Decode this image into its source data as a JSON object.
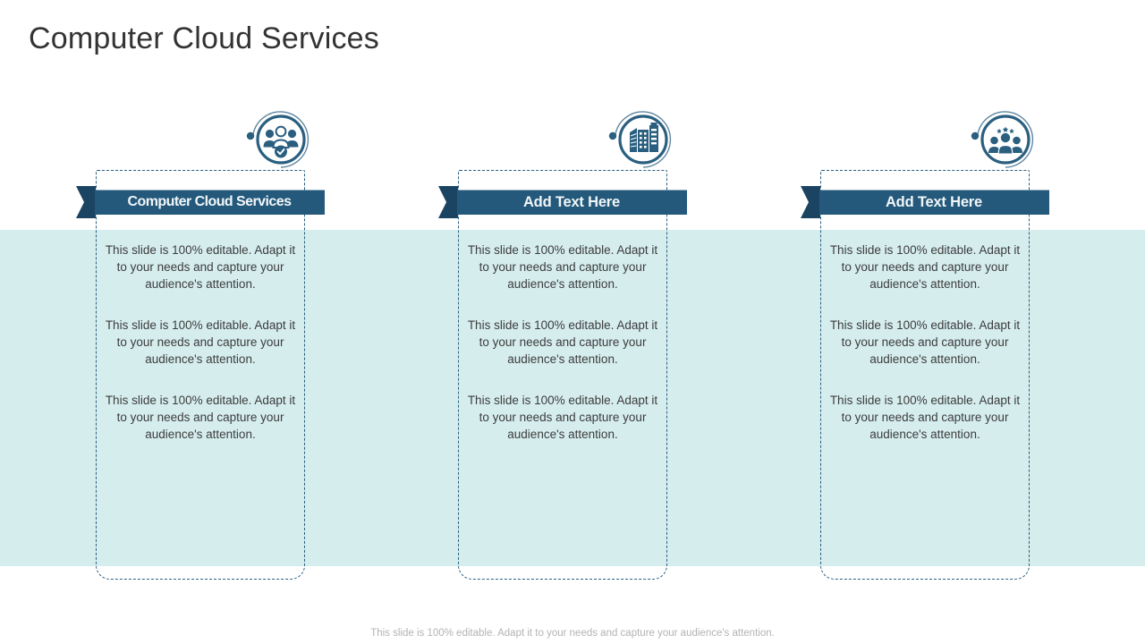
{
  "slide": {
    "title": "Computer Cloud Services",
    "footer_note": "This slide is 100% editable. Adapt it to your needs and capture your audience's attention.",
    "colors": {
      "ribbon_fill": "#24597b",
      "ribbon_fold": "#1b4463",
      "band_teal": "#d6edee",
      "icon_stroke": "#2a5f80",
      "title_text": "#333333",
      "body_text": "#3c3c3c",
      "footer_text": "#b3b3b3",
      "ribbon_text": "#f1f6f8"
    },
    "body_text": "This slide is 100% editable. Adapt it to your needs and capture your audience's attention.",
    "columns": [
      {
        "icon": "team-check-icon",
        "heading": "Computer Cloud Services",
        "paragraphs": [
          "This slide is 100% editable. Adapt it to your needs and capture your audience's attention.",
          "This slide is 100% editable. Adapt it to your needs and capture your audience's attention.",
          "This slide is 100% editable. Adapt it to your needs and capture your audience's attention."
        ]
      },
      {
        "icon": "buildings-icon",
        "heading": "Add Text Here",
        "paragraphs": [
          "This slide is 100% editable. Adapt it to your needs and capture your audience's attention.",
          "This slide is 100% editable. Adapt it to your needs and capture your audience's attention.",
          "This slide is 100% editable. Adapt it to your needs and capture your audience's attention."
        ]
      },
      {
        "icon": "team-stars-icon",
        "heading": "Add Text Here",
        "paragraphs": [
          "This slide is 100% editable. Adapt it to your needs and capture your audience's attention.",
          "This slide is 100% editable. Adapt it to your needs and capture your audience's attention.",
          "This slide is 100% editable. Adapt it to your needs and capture your audience's attention."
        ]
      }
    ]
  }
}
